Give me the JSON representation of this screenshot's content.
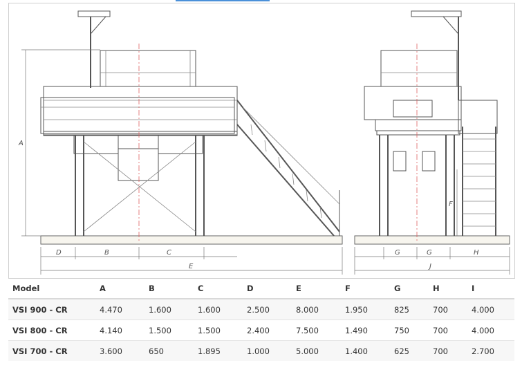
{
  "dimension_labels": {
    "front": [
      "A",
      "D",
      "B",
      "C",
      "E"
    ],
    "side": [
      "G",
      "G",
      "H",
      "F",
      "J"
    ]
  },
  "table": {
    "headers": [
      "Model",
      "A",
      "B",
      "C",
      "D",
      "E",
      "F",
      "G",
      "H",
      "I"
    ],
    "rows": [
      [
        "VSI 900 - CR",
        "4.470",
        "1.600",
        "1.600",
        "2.500",
        "8.000",
        "1.950",
        "825",
        "700",
        "4.000"
      ],
      [
        "VSI 800 - CR",
        "4.140",
        "1.500",
        "1.500",
        "2.400",
        "7.500",
        "1.490",
        "750",
        "700",
        "4.000"
      ],
      [
        "VSI 700 - CR",
        "3.600",
        "650",
        "1.895",
        "1.000",
        "5.000",
        "1.400",
        "625",
        "700",
        "2.700"
      ]
    ]
  },
  "colors": {
    "accent": "#4a90d9",
    "center_line": "#e06060"
  }
}
